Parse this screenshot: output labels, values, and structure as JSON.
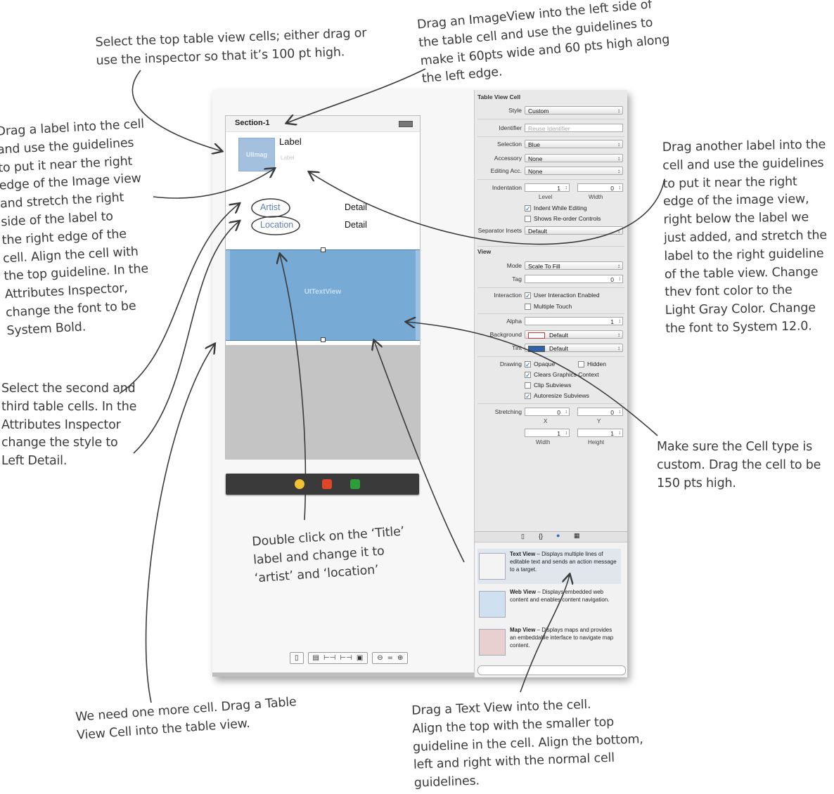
{
  "annotations": {
    "top_cells": [
      "Select the top table view cells; either drag or",
      "use the inspector so that it’s 100 pt high."
    ],
    "imageview": [
      "Drag an ImageView into the left side of",
      "the table cell and use the guidelines to",
      "make it 60pts wide and 60 pts high along",
      "the left edge."
    ],
    "label": [
      "Drag a label into the cell",
      "and use the guidelines",
      "to put it near the right",
      "edge of the Image view",
      "and stretch the right",
      "side of the label to",
      "the right edge of the",
      "cell. Align the cell with",
      "the top guideline. In the",
      "Attributes Inspector,",
      "change the font to be",
      "System Bold."
    ],
    "another_label": [
      "Drag another label into the",
      "cell and use the guidelines",
      "to put it near the right",
      "edge of the image view,",
      "right below the label we",
      "just added, and stretch the",
      "label to the right guideline",
      "of the table view. Change",
      "thev font color to the",
      "Light Gray Color. Change",
      "the font to System 12.0."
    ],
    "second_third": [
      "Select the second and",
      "third table cells. In the",
      "Attributes Inspector",
      "change the style to",
      "Left Detail."
    ],
    "custom_type": [
      "Make sure the Cell type is",
      "custom. Drag the cell to be",
      "150 pts high."
    ],
    "title_label": [
      "Double click on the ‘Title’",
      "label and change it to",
      "‘artist’ and ‘location’"
    ],
    "one_more_cell": [
      "We need one more cell. Drag a Table",
      "View Cell into the table view."
    ],
    "text_view": [
      "Drag a Text View into the cell.",
      "Align the top with the smaller top",
      "guideline in the cell. Align the bottom,",
      "left and right with the normal cell",
      "guidelines."
    ]
  },
  "canvas": {
    "nav_title": "Section-1",
    "image_placeholder": "UIImag",
    "cell_label": "Label",
    "cell_sublabel": "Label",
    "rows": [
      {
        "left": "Artist",
        "right": "Detail"
      },
      {
        "left": "Location",
        "right": "Detail"
      }
    ],
    "textview_label": "UITextView",
    "bottom_buttons": [
      "▯",
      "▤",
      "⊢⊣",
      "⊢⊣",
      "▣",
      "⊖",
      "=",
      "⊕"
    ]
  },
  "inspector": {
    "cell_section": "Table View Cell",
    "style_label": "Style",
    "style_value": "Custom",
    "identifier_label": "Identifier",
    "identifier_placeholder": "Reuse Identifier",
    "selection_label": "Selection",
    "selection_value": "Blue",
    "accessory_label": "Accessory",
    "accessory_value": "None",
    "editing_label": "Editing Acc.",
    "editing_value": "None",
    "indentation_label": "Indentation",
    "indent_level": "1",
    "indent_width": "0",
    "level_label": "Level",
    "width_label": "Width",
    "indent_editing": "Indent While Editing",
    "shows_reorder": "Shows Re-order Controls",
    "separator_label": "Separator Insets",
    "separator_value": "Default",
    "view_section": "View",
    "mode_label": "Mode",
    "mode_value": "Scale To Fill",
    "tag_label": "Tag",
    "tag_value": "0",
    "interaction_label": "Interaction",
    "user_interaction": "User Interaction Enabled",
    "multiple_touch": "Multiple Touch",
    "alpha_label": "Alpha",
    "alpha_value": "1",
    "background_label": "Background",
    "background_value": "Default",
    "tint_label": "Tint",
    "tint_value": "Default",
    "drawing_label": "Drawing",
    "opaque": "Opaque",
    "hidden": "Hidden",
    "clears_graphics": "Clears Graphics Context",
    "clip_subviews": "Clip Subviews",
    "autoresize": "Autoresize Subviews",
    "stretching_label": "Stretching",
    "stretch_x": "0",
    "stretch_y": "0",
    "x_label": "X",
    "y_label": "Y",
    "stretch_w": "1",
    "stretch_h": "1",
    "w_label": "Width",
    "h_label": "Height"
  },
  "library": {
    "items": [
      {
        "title": "Text View",
        "desc": " – Displays multiple lines of editable text and sends an action message to a target."
      },
      {
        "title": "Web View",
        "desc": " – Displays embedded web content and enables content navigation."
      },
      {
        "title": "Map View",
        "desc": " – Displays maps and provides an embeddable interface to navigate map content."
      }
    ]
  }
}
